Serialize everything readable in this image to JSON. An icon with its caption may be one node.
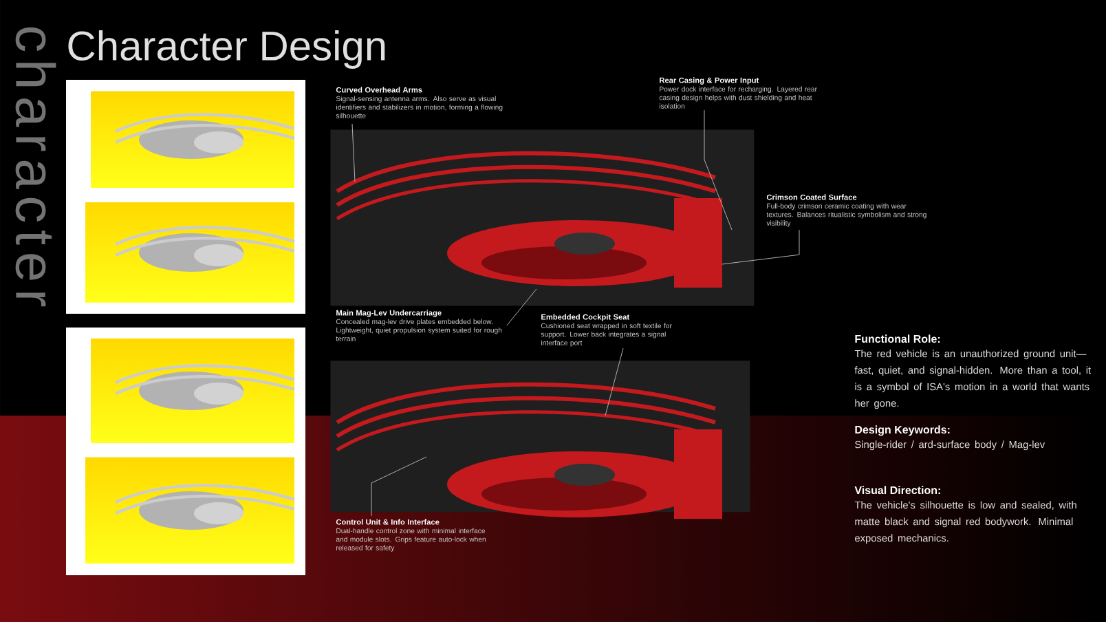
{
  "diagram": {
    "title": "Character Design",
    "nodes": [
      {
        "text": [
          "Curved Overhead Arms",
          "Signal-sensing antenna arms. Also serve as visual identifiers and stabilizers in motion, forming a flowing silhouette"
        ]
      },
      {
        "text": [
          "Rear Casing & Power Input",
          "Power dock interface for recharging. Layered rear casing design helps with dust shielding and heat isolation"
        ]
      },
      {
        "text": [
          "Crimson Coated Surface",
          "Full-body crimson ceramic coating with wear textures. Balances ritualistic symbolism and strong visibility"
        ]
      },
      {
        "text": [
          "Main Mag-Lev Undercarriage",
          "Concealed mag-lev drive plates embedded below. Lightweight, quiet propulsion system suited for rough terrain"
        ]
      },
      {
        "text": [
          "Embedded Cockpit Seat",
          "Cushioned seat wrapped in soft textile for support. Lower back integrates a signal interface port"
        ]
      },
      {
        "text": [
          "Control Unit & Info Interface",
          "Dual-handle control zone with minimal interface and module slots. Grips feature auto-lock when released for safety"
        ]
      },
      {
        "text": [],
        "shape": "picture"
      },
      {
        "text": [],
        "shape": "picture"
      }
    ],
    "edges": [
      {
        "from": 0,
        "to": 6,
        "arrow": "none"
      },
      {
        "from": 1,
        "to": 6,
        "arrow": "none"
      },
      {
        "from": 2,
        "to": 6,
        "arrow": "none"
      },
      {
        "from": 3,
        "to": 6,
        "arrow": "none"
      },
      {
        "from": 4,
        "to": 7,
        "arrow": "none"
      },
      {
        "from": 5,
        "to": 7,
        "arrow": "none"
      }
    ],
    "labels": [
      "Functional Role:",
      "The red vehicle is an unauthorized ground unit—fast, quiet, and signal-hidden. More than a tool, it is a symbol of ISA's motion in a world that wants her gone.",
      "Design Keywords:",
      "Single-rider / ard-surface body / Mag-lev",
      "Visual Direction:",
      "The vehicle's silhouette is low and sealed, with matte black and signal red bodywork. Minimal exposed mechanics.",
      "character"
    ]
  }
}
